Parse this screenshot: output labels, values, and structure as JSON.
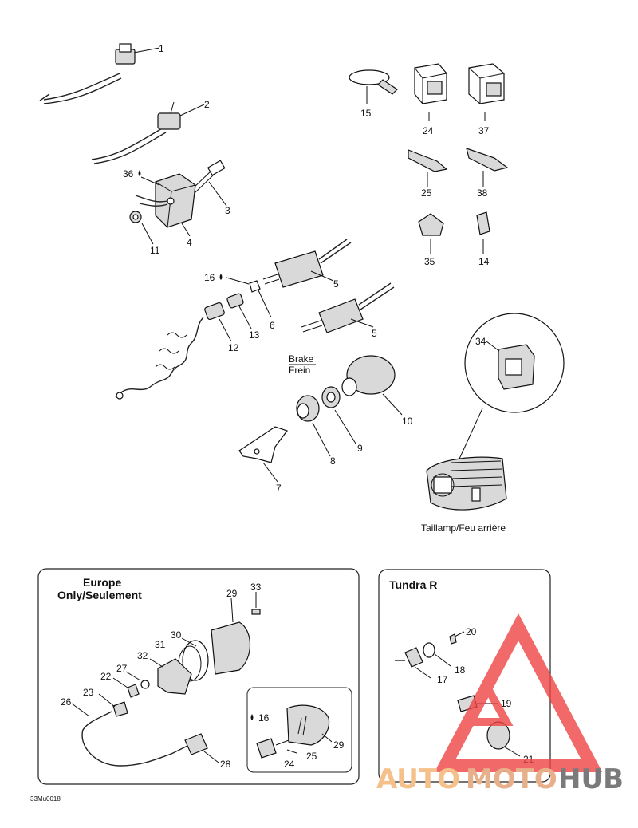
{
  "callouts": [
    "1",
    "2",
    "3",
    "4",
    "5",
    "5",
    "6",
    "7",
    "8",
    "9",
    "10",
    "11",
    "12",
    "13",
    "14",
    "15",
    "16",
    "24",
    "25",
    "26",
    "27",
    "28",
    "29",
    "30",
    "31",
    "32",
    "33",
    "34",
    "35",
    "36",
    "37",
    "38",
    "22",
    "23",
    "16",
    "24",
    "25",
    "29",
    "17",
    "18",
    "19",
    "20",
    "21"
  ],
  "brake_label": "Brake",
  "frein_label": "Frein",
  "taillamp_caption": "Taillamp/Feu arrière",
  "europe_title_line1": "Europe",
  "europe_title_line2": "Only/Seulement",
  "tundra_title": "Tundra R",
  "figure_code": "33Mu0018",
  "watermark": {
    "part1": "AUTO",
    "part2": "MOTO",
    "part3": "HUB",
    "colors": {
      "auto": "#f5c08a",
      "moto": "#e8b08a",
      "hub": "#7a7a7a",
      "triangle": "#ee4444"
    }
  }
}
